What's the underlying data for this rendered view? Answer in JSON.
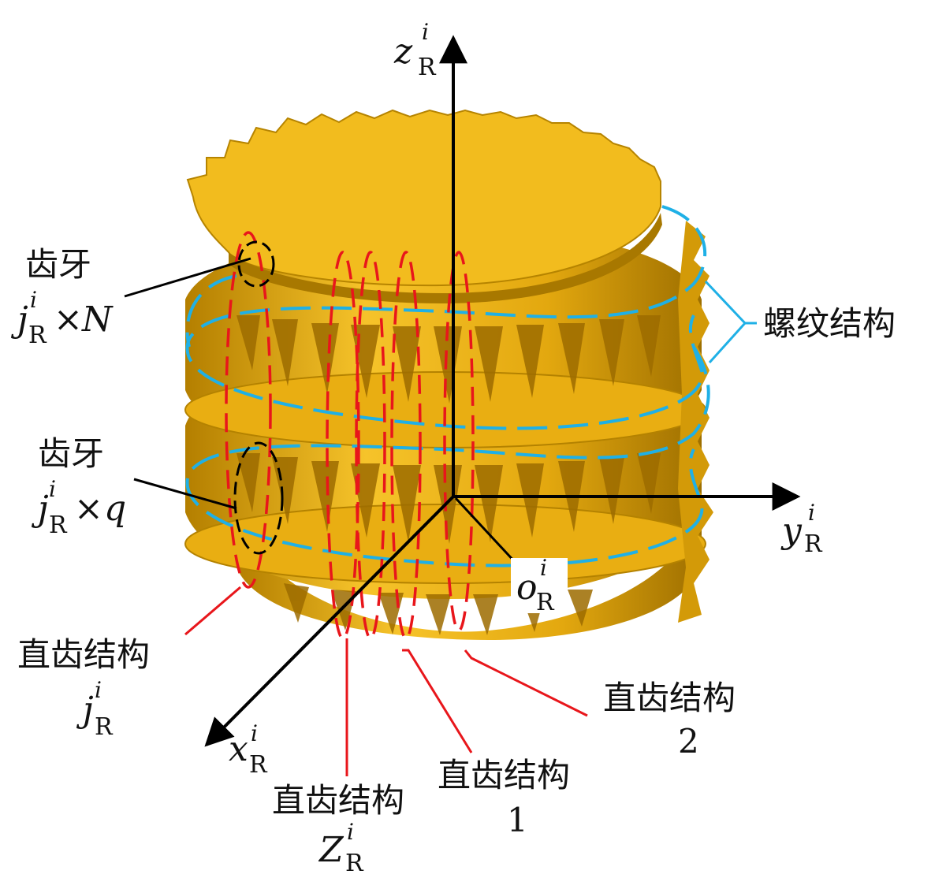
{
  "axes": {
    "z": {
      "base": "z",
      "sub": "R",
      "sup": "i"
    },
    "y": {
      "base": "y",
      "sub": "R",
      "sup": "i"
    },
    "x": {
      "base": "x",
      "sub": "R",
      "sup": "i"
    },
    "o": {
      "base": "o",
      "sub": "R",
      "sup": "i"
    }
  },
  "labels": {
    "tooth_top": {
      "title": "齿牙",
      "sym_base": "j",
      "sym_sub": "R",
      "sym_sup": "i",
      "times": "×",
      "factor": "N"
    },
    "tooth_mid": {
      "title": "齿牙",
      "sym_base": "j",
      "sym_sub": "R",
      "sym_sup": "i",
      "times": "×",
      "factor": "q"
    },
    "thread": {
      "title": "螺纹结构"
    },
    "spur_j": {
      "title": "直齿结构",
      "sym_base": "j",
      "sym_sub": "R",
      "sym_sup": "i"
    },
    "spur_z": {
      "title": "直齿结构",
      "sym_base": "Z",
      "sym_sub": "R",
      "sym_sup": "i"
    },
    "spur_1": {
      "title": "直齿结构",
      "num": "1"
    },
    "spur_2": {
      "title": "直齿结构",
      "num": "2"
    }
  },
  "colors": {
    "gear": "#e8ae14",
    "gear_top": "#f0b81a",
    "gear_dark": "#a97700",
    "helix": "#1fb0e6",
    "spur": "#e8161b",
    "axis": "#000000"
  }
}
